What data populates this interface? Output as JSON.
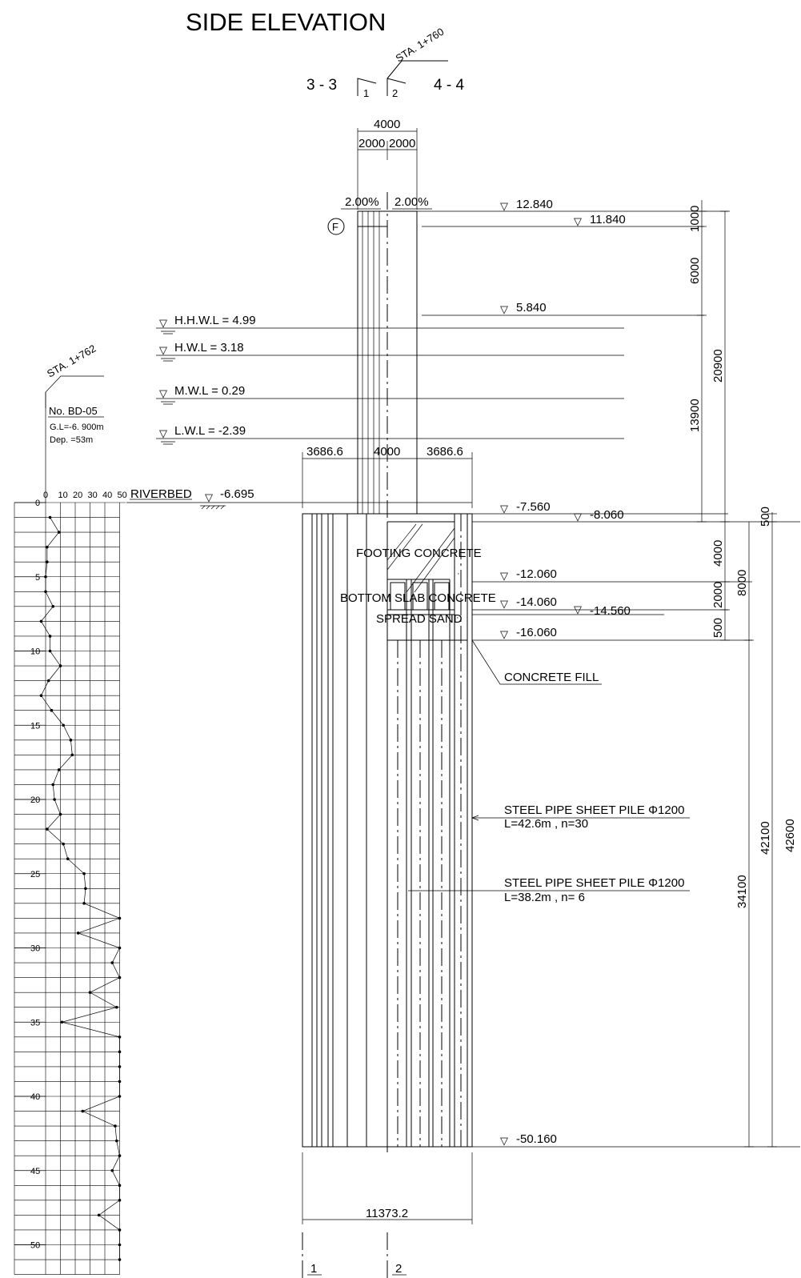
{
  "title": "SIDE ELEVATION",
  "sections": {
    "left": "3 - 3",
    "right": "4 - 4",
    "mark_left": "1",
    "mark_right": "2",
    "station": "STA. 1+760"
  },
  "top_dims": {
    "total": "4000",
    "left": "2000",
    "right": "2000",
    "slope_left": "2.00%",
    "slope_right": "2.00%"
  },
  "f_marker": "F",
  "water_levels": [
    {
      "id": "hhwl",
      "label": "H.H.W.L = 4.99"
    },
    {
      "id": "hwl",
      "label": "H.W.L = 3.18"
    },
    {
      "id": "mwl",
      "label": "M.W.L = 0.29"
    },
    {
      "id": "lwl",
      "label": "L.W.L = -2.39"
    }
  ],
  "riverbed": {
    "label": "RIVERBED",
    "elev": "-6.695"
  },
  "elevations": {
    "e12840": "12.840",
    "e11840": "11.840",
    "e5840": "5.840",
    "e7560": "-7.560",
    "e8060": "-8.060",
    "e12060": "-12.060",
    "e14060": "-14.060",
    "e14560": "-14.560",
    "e16060": "-16.060",
    "e50160": "-50.160"
  },
  "width_dims": {
    "left": "3686.6",
    "mid": "4000",
    "right": "3686.6",
    "bottom_total": "11373.2"
  },
  "vertical_dims": {
    "d1000": "1000",
    "d6000": "6000",
    "d20900": "20900",
    "d13900": "13900",
    "d500a": "500",
    "d4000": "4000",
    "d8000": "8000",
    "d2000": "2000",
    "d500b": "500",
    "d42100": "42100",
    "d34100": "34100",
    "d42600_partial": "42600"
  },
  "labels": {
    "footing": "FOOTING CONCRETE",
    "bottom_slab": "BOTTOM SLAB CONCRETE",
    "spread_sand": "SPREAD SAND",
    "concrete_fill": "CONCRETE FILL",
    "pile1_title": "STEEL PIPE SHEET PILE Φ1200",
    "pile1_spec": "L=42.6m , n=30",
    "pile2_title": "STEEL PIPE SHEET PILE Φ1200",
    "pile2_spec": "L=38.2m , n= 6"
  },
  "borehole": {
    "station": "STA. 1+762",
    "id": "No. BD-05",
    "gl": "G.L=-6. 900m",
    "depth": "Dep. =53m",
    "n_ticks": [
      "0",
      "10",
      "20",
      "30",
      "40",
      "50"
    ],
    "depth_ticks": [
      "0",
      "5",
      "10",
      "15",
      "20",
      "25",
      "30",
      "35",
      "40",
      "45",
      "50"
    ],
    "n_values": [
      3,
      9,
      1,
      1,
      0,
      0,
      5,
      -3,
      3,
      3,
      10,
      2,
      -3,
      4,
      12,
      17,
      18,
      9,
      5,
      6,
      10,
      1,
      12,
      15,
      26,
      27,
      26,
      52,
      22,
      50,
      45,
      51,
      30,
      48,
      11,
      50,
      52,
      50,
      52,
      50,
      25,
      47,
      48,
      51,
      45,
      50,
      52,
      36,
      50,
      51,
      50
    ]
  },
  "bottom_marks": {
    "left": "1",
    "right": "2"
  }
}
